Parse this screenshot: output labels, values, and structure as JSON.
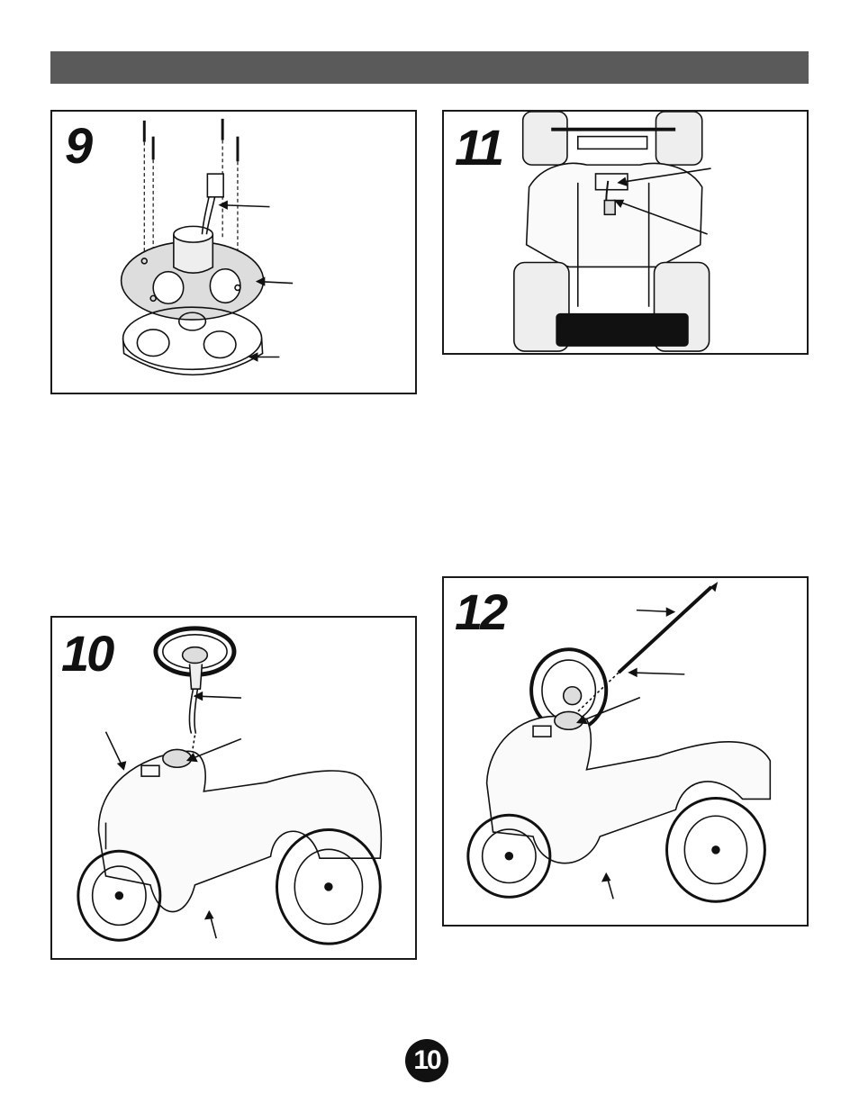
{
  "header": {
    "title": ""
  },
  "steps": [
    {
      "number": "9"
    },
    {
      "number": "10"
    },
    {
      "number": "11"
    },
    {
      "number": "12"
    }
  ],
  "footer": {
    "page_number": "10"
  },
  "colors": {
    "header_bar": "#5a5a5a",
    "ink": "#111111",
    "paper": "#ffffff"
  }
}
